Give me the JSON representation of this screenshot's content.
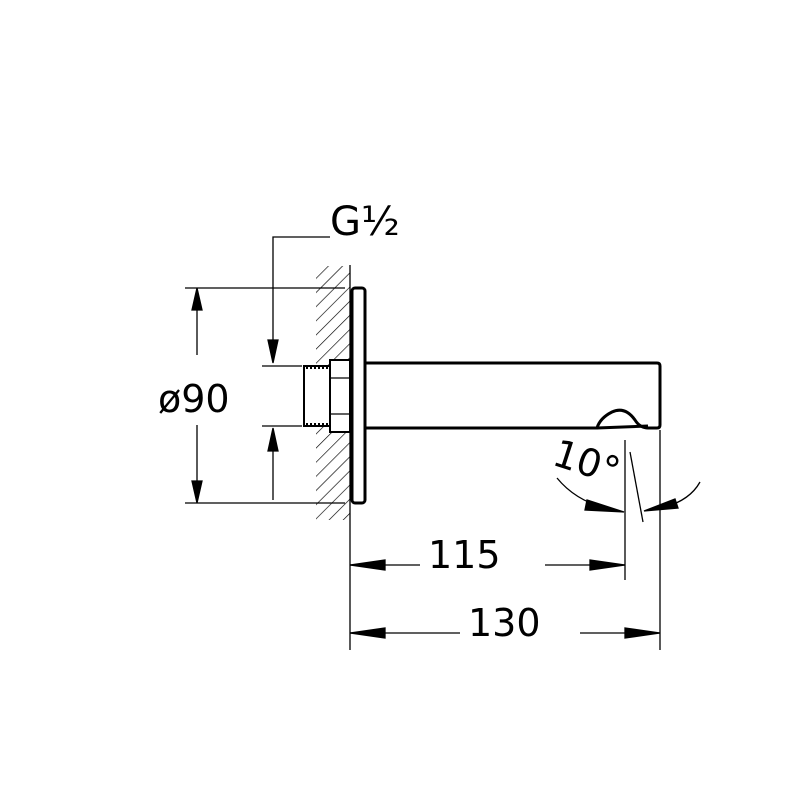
{
  "drawing": {
    "thread_label": "G½",
    "thread_whole": "G",
    "thread_num": "1",
    "thread_den": "2",
    "diameter_label": "ø90",
    "length_outlet_label": "115",
    "length_total_label": "130",
    "angle_label": "10°",
    "line_color": "#000000",
    "background_color": "#ffffff"
  }
}
